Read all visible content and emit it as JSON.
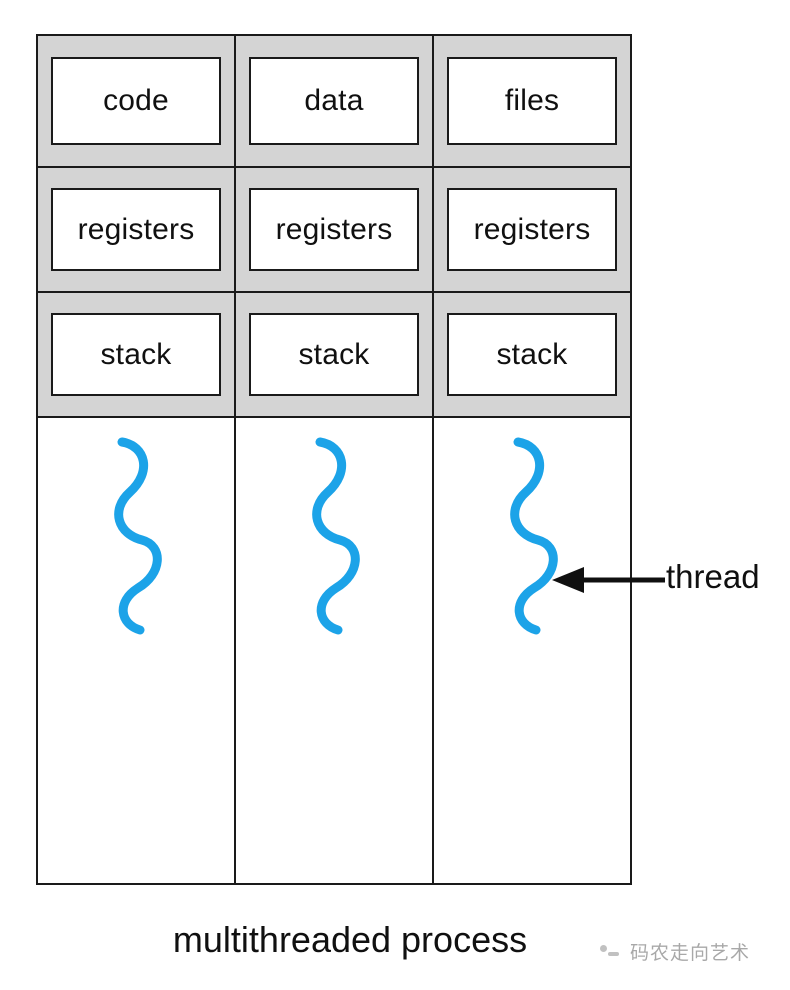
{
  "diagram": {
    "caption": "multithreaded process",
    "colors": {
      "thread_blue": "#1CA3E8",
      "band_gray": "#D4D4D4",
      "stroke_black": "#1A1A1A",
      "white": "#FFFFFF"
    },
    "resource_rows": [
      {
        "row_name": "row-code-data-files",
        "cells": [
          "code",
          "data",
          "files"
        ]
      },
      {
        "row_name": "row-registers",
        "cells": [
          "registers",
          "registers",
          "registers"
        ]
      },
      {
        "row_name": "row-stack",
        "cells": [
          "stack",
          "stack",
          "stack"
        ]
      }
    ],
    "threads": [
      {
        "index": 1,
        "name": "thread-squiggle-1"
      },
      {
        "index": 2,
        "name": "thread-squiggle-2"
      },
      {
        "index": 3,
        "name": "thread-squiggle-3"
      }
    ],
    "annotation": {
      "label": "thread",
      "arrow": "points left from label to the third thread squiggle"
    }
  },
  "watermark": {
    "text": "码农走向艺术",
    "logo": "camera-logo-icon"
  }
}
